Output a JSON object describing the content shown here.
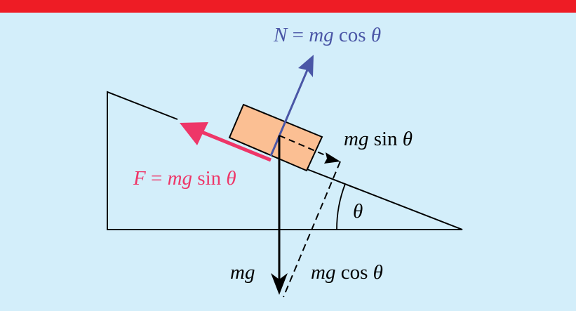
{
  "colors": {
    "background": "#d3eefa",
    "top_bar": "#ee1c25",
    "block": "#fbbf93",
    "normal": "#4a56a6",
    "friction": "#ee3668",
    "line": "#000000"
  },
  "labels": {
    "normal": {
      "lhs": "N",
      "eq": " = ",
      "m": "mg",
      "fn": " cos ",
      "theta": "θ"
    },
    "friction": {
      "lhs": "F",
      "eq": " = ",
      "m": "mg",
      "fn": " sin ",
      "theta": "θ"
    },
    "parallel": {
      "m": "mg",
      "fn": " sin ",
      "theta": "θ"
    },
    "weight": {
      "m": "mg"
    },
    "perpendicular": {
      "m": "mg",
      "fn": " cos ",
      "theta": "θ"
    },
    "angle": "θ"
  }
}
